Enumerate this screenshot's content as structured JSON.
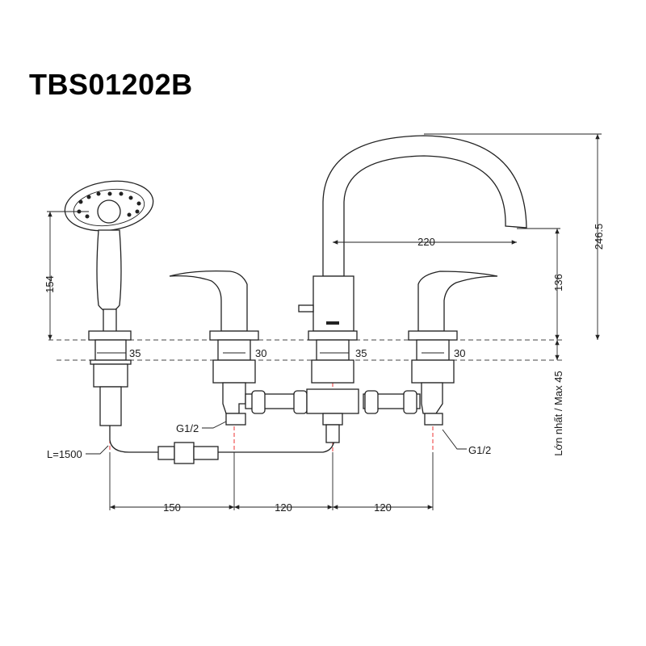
{
  "title": "TBS01202B",
  "dimensions": {
    "handshower_height": "154",
    "spout_reach": "220",
    "spout_outlet_height": "136",
    "total_height": "246.5",
    "handshower_base": "35",
    "left_valve_base": "30",
    "spout_base": "35",
    "right_valve_base": "30",
    "max_deck": "Lớn nhất / Max 45",
    "spacing_1": "150",
    "spacing_2": "120",
    "spacing_3": "120",
    "hose_length": "L=1500",
    "thread_left": "G1/2",
    "thread_right": "G1/2"
  }
}
